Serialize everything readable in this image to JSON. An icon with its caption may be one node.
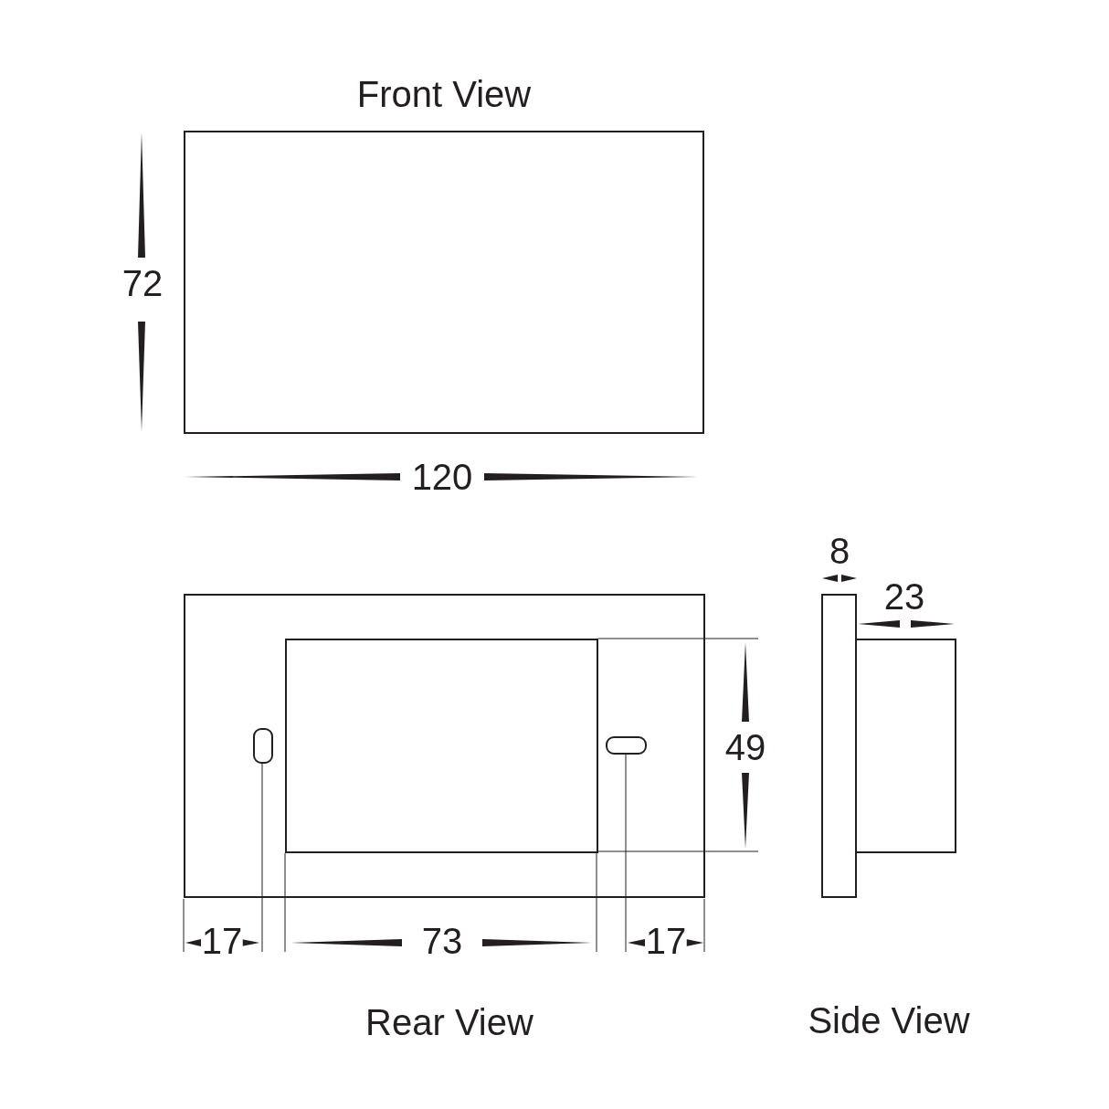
{
  "diagram": {
    "nodes": [
      {
        "text": [
          "Front View"
        ]
      },
      {
        "text": [
          "Rear View"
        ]
      },
      {
        "text": [
          "Side View"
        ]
      },
      {
        "text": [],
        "shape": "box",
        "in": 1
      },
      {
        "text": [],
        "shape": "box",
        "in": 1
      }
    ],
    "labels": [
      "72",
      "120",
      "8",
      "23",
      "49",
      "17",
      "73",
      "17"
    ]
  }
}
